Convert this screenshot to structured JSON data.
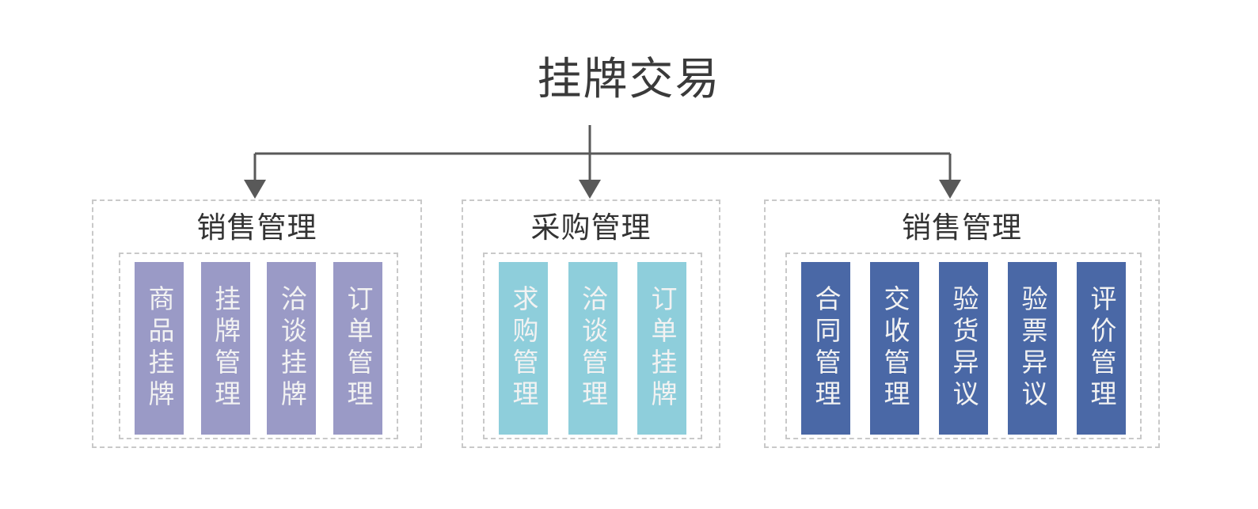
{
  "diagram": {
    "root": {
      "label": "挂牌交易"
    },
    "connector": {
      "line_color": "#595959",
      "arrow_color": "#595959"
    },
    "box_border_color": "#c9c9c9",
    "title_color": "#333333",
    "groups": [
      {
        "title": "销售管理",
        "fill": "#9a9ac6",
        "text_color": "#f2f2f2",
        "items": [
          {
            "label": "商品挂牌"
          },
          {
            "label": "挂牌管理"
          },
          {
            "label": "洽谈挂牌"
          },
          {
            "label": "订单管理"
          }
        ]
      },
      {
        "title": "采购管理",
        "fill": "#8ecedb",
        "text_color": "#f2f2f2",
        "items": [
          {
            "label": "求购管理"
          },
          {
            "label": "洽谈管理"
          },
          {
            "label": "订单挂牌"
          }
        ]
      },
      {
        "title": "销售管理",
        "fill": "#4a68a6",
        "text_color": "#f2f2f2",
        "items": [
          {
            "label": "合同管理"
          },
          {
            "label": "交收管理"
          },
          {
            "label": "验货异议"
          },
          {
            "label": "验票异议"
          },
          {
            "label": "评价管理"
          }
        ]
      }
    ]
  }
}
